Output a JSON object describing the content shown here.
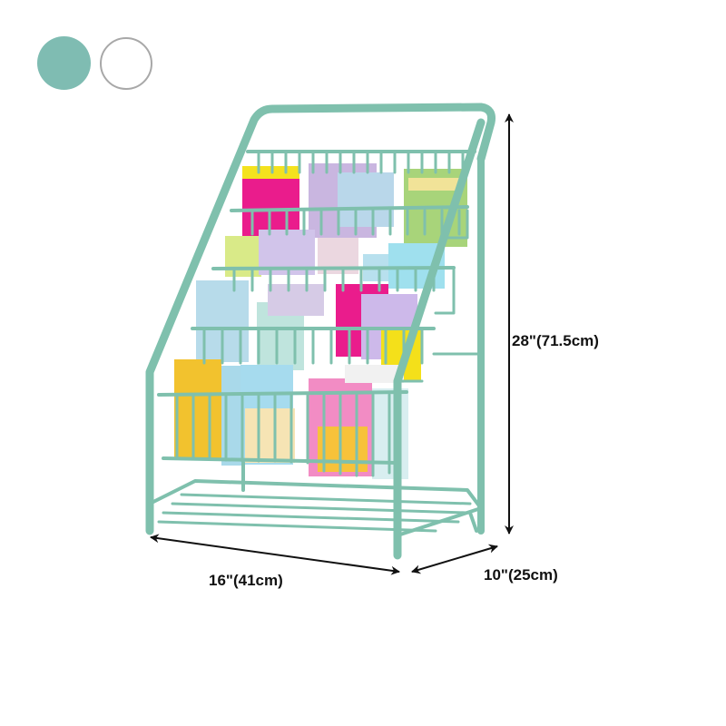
{
  "color_options": {
    "items": [
      {
        "name": "Teal",
        "color": "#7fbcb2",
        "selected": true
      },
      {
        "name": "White",
        "color": "#ffffff",
        "border": "#a8a8a8",
        "selected": false
      }
    ]
  },
  "product": {
    "description": "Teal metal children's book display rack with 5 slanted wire tiers filled with colorful picture books and a bottom open shelf",
    "frame_color": "#7fc0ad",
    "tiers": 5
  },
  "dimensions": {
    "height": "28\"(71.5cm)",
    "width": "16\"(41cm)",
    "depth": "10\"(25cm)"
  }
}
